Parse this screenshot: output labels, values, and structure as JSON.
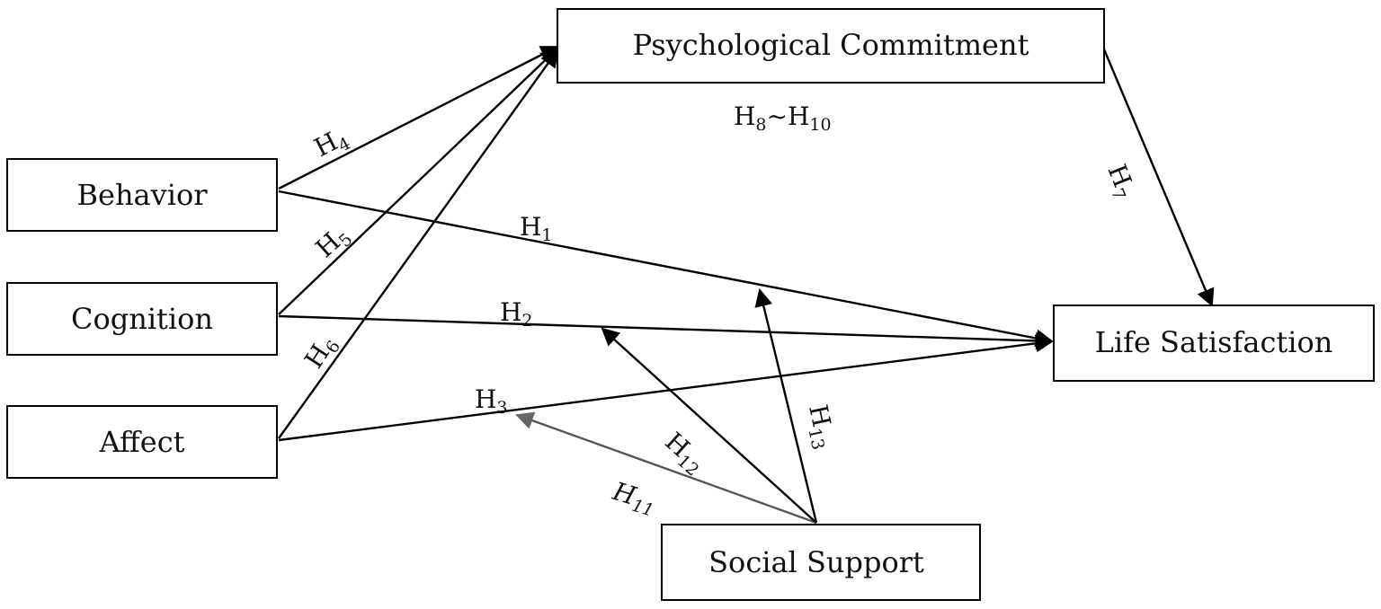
{
  "nodes": {
    "psychological_commitment": "Psychological Commitment",
    "behavior": "Behavior",
    "cognition": "Cognition",
    "affect": "Affect",
    "life_satisfaction": "Life Satisfaction",
    "social_support": "Social Support"
  },
  "hypotheses": {
    "h1": {
      "letter": "H",
      "sub": "1"
    },
    "h2": {
      "letter": "H",
      "sub": "2"
    },
    "h3": {
      "letter": "H",
      "sub": "3"
    },
    "h4": {
      "letter": "H",
      "sub": "4"
    },
    "h5": {
      "letter": "H",
      "sub": "5"
    },
    "h6": {
      "letter": "H",
      "sub": "6"
    },
    "h7": {
      "letter": "H",
      "sub": "7"
    },
    "h8_10": {
      "letter": "H",
      "sub": "8",
      "sep": "~H",
      "sub2": "10"
    },
    "h11": {
      "letter": "H",
      "sub": "11"
    },
    "h12": {
      "letter": "H",
      "sub": "12"
    },
    "h13": {
      "letter": "H",
      "sub": "13"
    }
  },
  "colors": {
    "line": "#000000",
    "gray_line": "#555555",
    "text": "#111111"
  }
}
